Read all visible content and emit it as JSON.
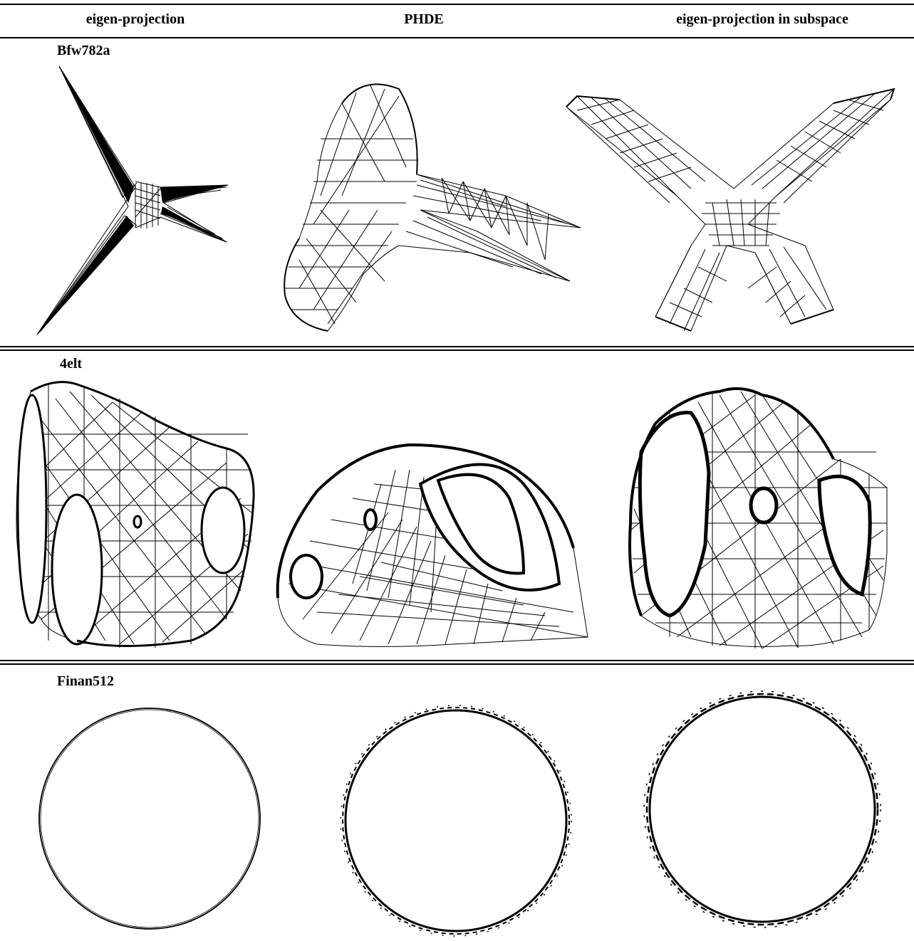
{
  "columns": [
    "eigen-projection",
    "PHDE",
    "eigen-projection in subspace"
  ],
  "rows": [
    {
      "label": "Bfw782a"
    },
    {
      "label": "4elt"
    },
    {
      "label": "Finan512"
    }
  ]
}
